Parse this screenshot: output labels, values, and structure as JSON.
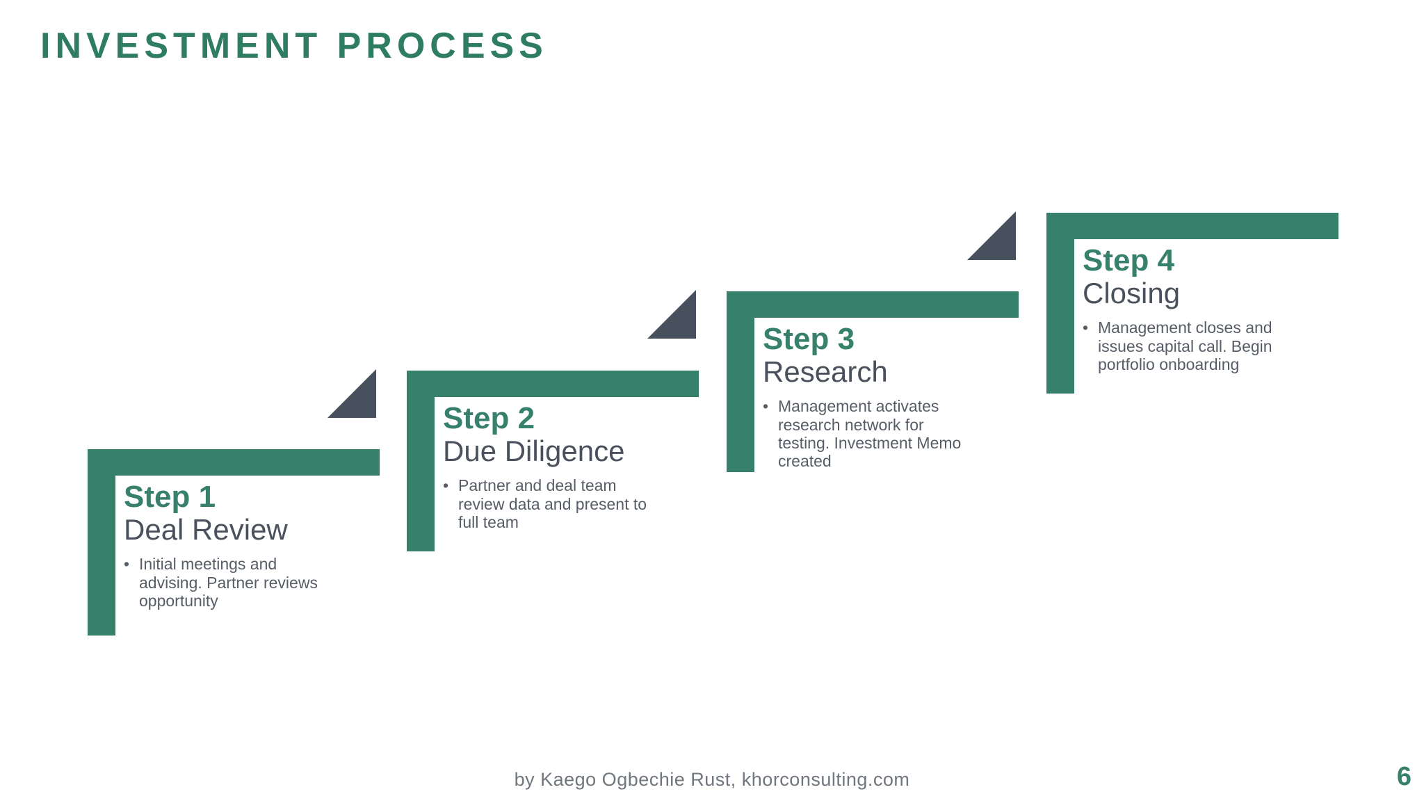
{
  "slide": {
    "title": "INVESTMENT PROCESS",
    "footer": "by Kaego Ogbechie Rust, khorconsulting.com",
    "page_number": "6"
  },
  "colors": {
    "green": "#37806B",
    "title_green": "#2E7D63",
    "triangle_slate": "#47505D",
    "subtitle_gray": "#4A505C",
    "body_gray": "#575D66",
    "footer_gray": "#70767D"
  },
  "bullet_char": "•",
  "steps": [
    {
      "label": "Step 1",
      "subtitle": "Deal Review",
      "bullet": "Initial meetings and advising. Partner reviews opportunity"
    },
    {
      "label": "Step 2",
      "subtitle": "Due Diligence",
      "bullet": "Partner and deal team review data and present to full team"
    },
    {
      "label": "Step 3",
      "subtitle": "Research",
      "bullet": "Management activates research network for testing. Investment Memo created"
    },
    {
      "label": "Step 4",
      "subtitle": "Closing",
      "bullet": "Management closes and issues capital call. Begin portfolio onboarding"
    }
  ]
}
